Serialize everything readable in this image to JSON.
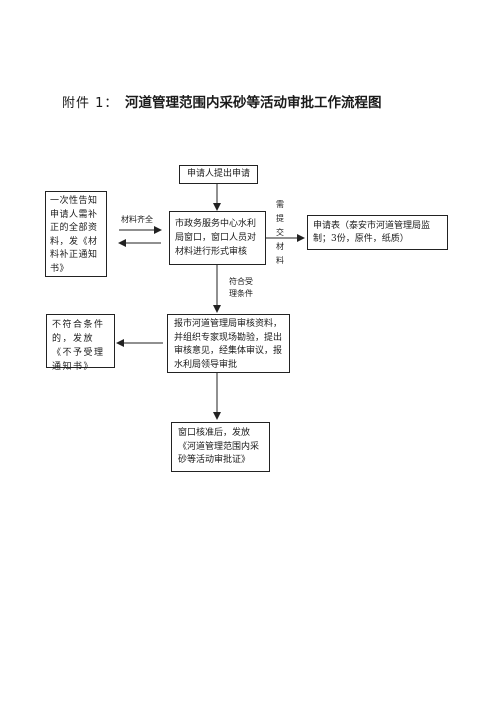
{
  "title": {
    "prefix": "附件 1：",
    "main": "河道管理范围内采砂等活动审批工作流程图"
  },
  "nodes": {
    "applicant": "申请人提出申请",
    "notice_left": "一次性告知申请人需补正的全部资料，发《材料补正通知书》",
    "window_review": "市政务服务中心水利局窗口，窗口人员对材料进行形式审核",
    "application_form": "申请表（泰安市河道管理局监制；3份，原件，纸质）",
    "reject_left": "不符合条件的，发放《不予受理通知书》",
    "river_bureau": "报市河道管理局审核资料，并组织专家现场勘验，提出审核意见，经集体审议，报水利局领导审批",
    "permit": "窗口核准后，发放《河道管理范围内采砂等活动审批证》"
  },
  "labels": {
    "materials_complete": "材料齐全",
    "submit_materials": "需提交材料",
    "meets_conditions": "符合受理条件"
  }
}
